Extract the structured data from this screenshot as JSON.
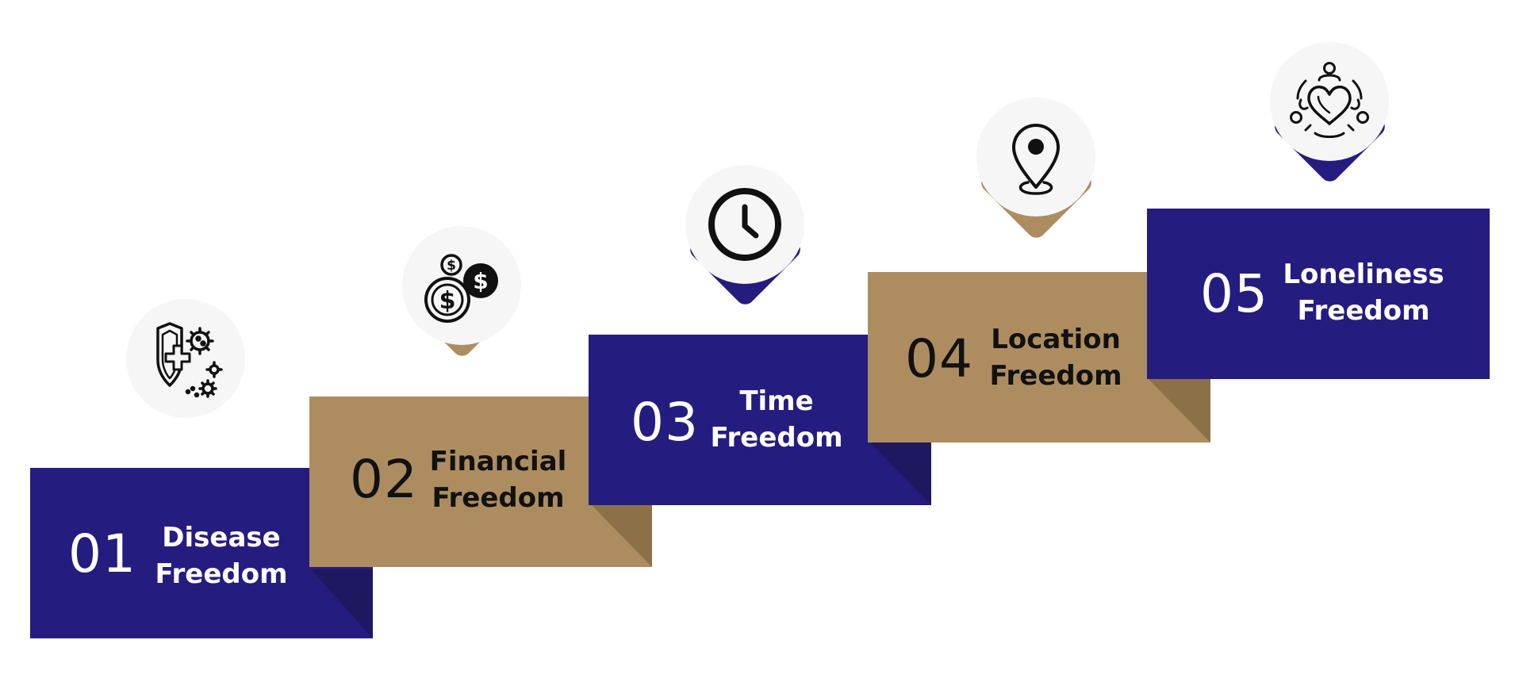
{
  "colors": {
    "navy": "#251c80",
    "navy_fold": "#1d1860",
    "tan": "#ad8d60",
    "tan_fold": "#8c7148",
    "badge_circle": "#f6f6f6",
    "icon_stroke": "#111111",
    "text_light": "#ffffff",
    "text_dark": "#111111"
  },
  "steps": [
    {
      "number": "01",
      "title_line1": "Disease",
      "title_line2": "Freedom",
      "tone": "navy",
      "icon": "shield-virus-icon"
    },
    {
      "number": "02",
      "title_line1": "Financial",
      "title_line2": "Freedom",
      "tone": "tan",
      "icon": "dollar-coins-icon"
    },
    {
      "number": "03",
      "title_line1": "Time",
      "title_line2": "Freedom",
      "tone": "navy",
      "icon": "clock-icon"
    },
    {
      "number": "04",
      "title_line1": "Location",
      "title_line2": "Freedom",
      "tone": "tan",
      "icon": "location-pin-icon"
    },
    {
      "number": "05",
      "title_line1": "Loneliness",
      "title_line2": "Freedom",
      "tone": "navy",
      "icon": "community-heart-icon"
    }
  ]
}
